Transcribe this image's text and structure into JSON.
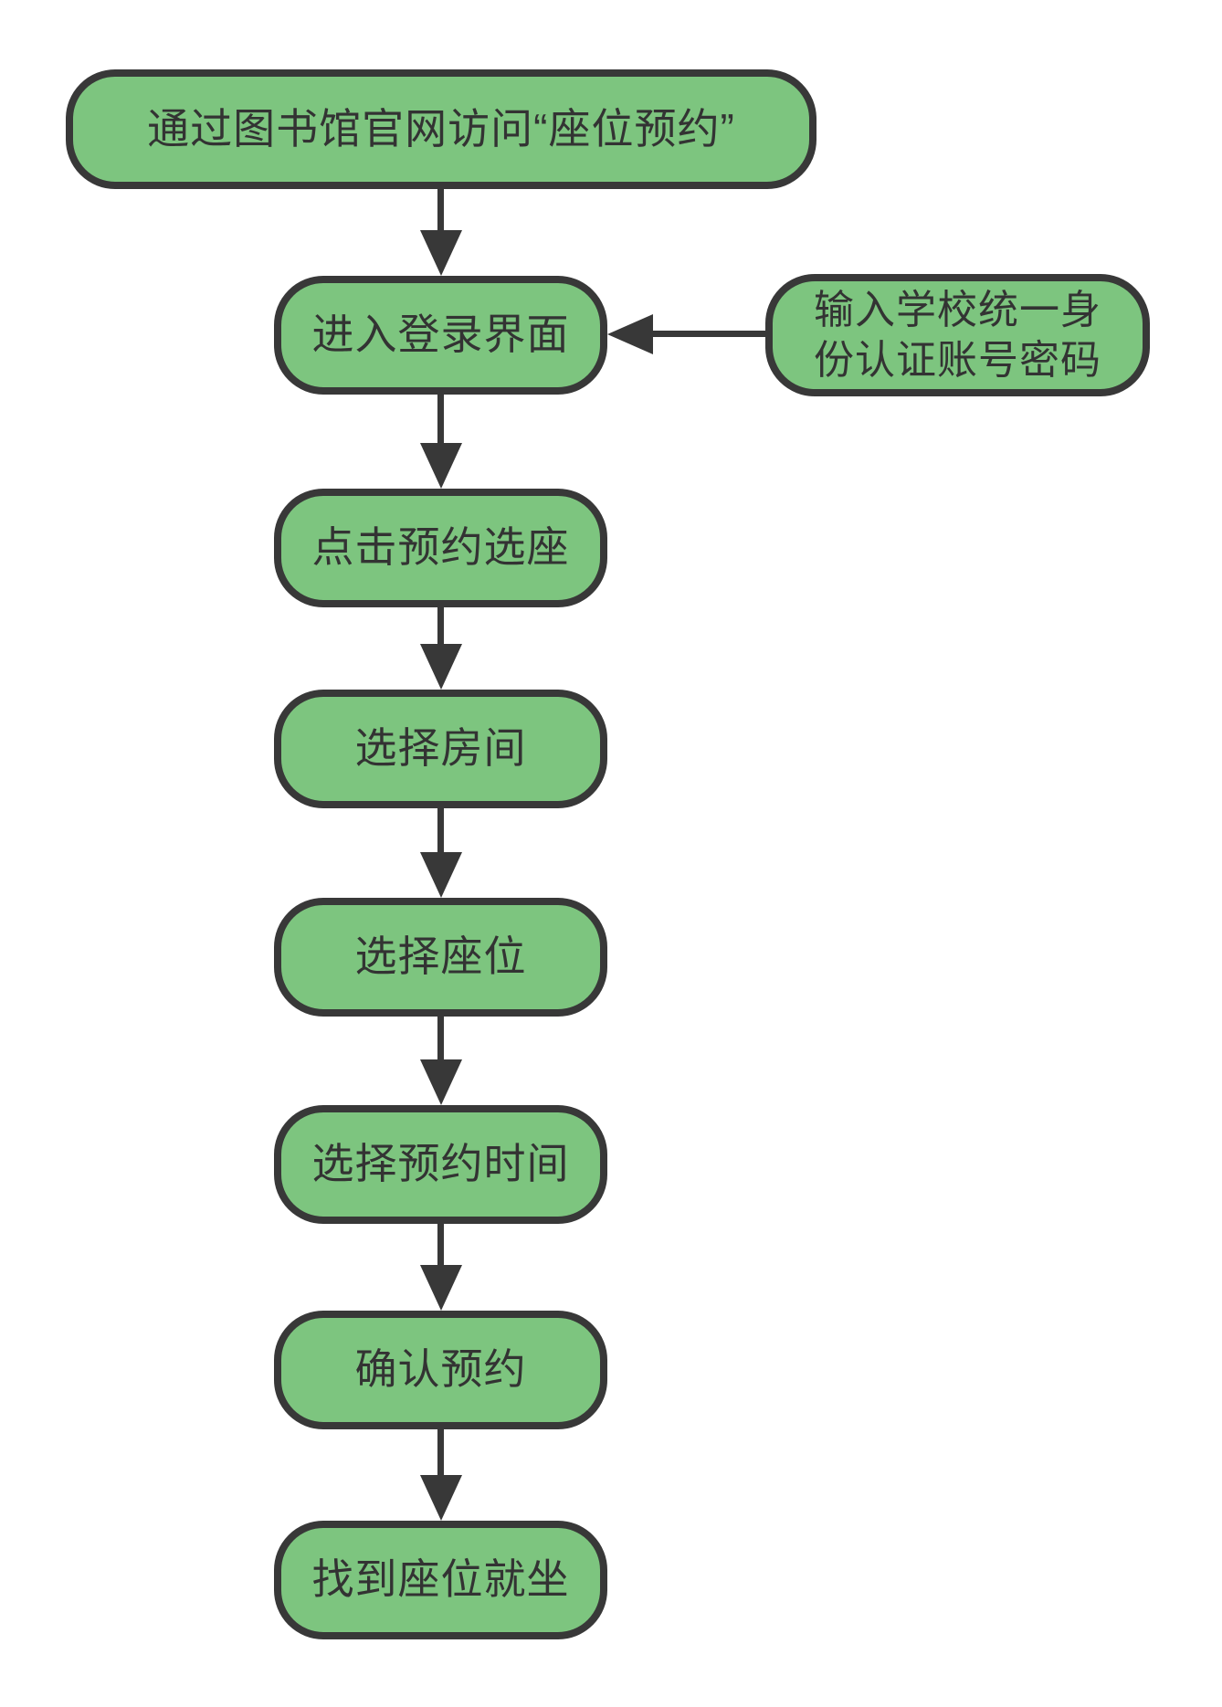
{
  "diagram": {
    "type": "flowchart",
    "orientation": "top-down",
    "colors": {
      "node_fill": "#7DC57F",
      "node_border": "#383838",
      "arrow": "#383838",
      "text": "#333333",
      "background": "#FFFFFF"
    },
    "nodes": [
      {
        "id": "start",
        "label": "通过图书馆官网访问“座位预约”"
      },
      {
        "id": "login",
        "label": "进入登录界面"
      },
      {
        "id": "credentials",
        "label": "输入学校统一身\n份认证账号密码"
      },
      {
        "id": "click-reserve",
        "label": "点击预约选座"
      },
      {
        "id": "select-room",
        "label": "选择房间"
      },
      {
        "id": "select-seat",
        "label": "选择座位"
      },
      {
        "id": "select-time",
        "label": "选择预约时间"
      },
      {
        "id": "confirm",
        "label": "确认预约"
      },
      {
        "id": "sit-down",
        "label": "找到座位就坐"
      }
    ],
    "edges": [
      {
        "from": "start",
        "to": "login",
        "direction": "down"
      },
      {
        "from": "credentials",
        "to": "login",
        "direction": "left"
      },
      {
        "from": "login",
        "to": "click-reserve",
        "direction": "down"
      },
      {
        "from": "click-reserve",
        "to": "select-room",
        "direction": "down"
      },
      {
        "from": "select-room",
        "to": "select-seat",
        "direction": "down"
      },
      {
        "from": "select-seat",
        "to": "select-time",
        "direction": "down"
      },
      {
        "from": "select-time",
        "to": "confirm",
        "direction": "down"
      },
      {
        "from": "confirm",
        "to": "sit-down",
        "direction": "down"
      }
    ]
  }
}
